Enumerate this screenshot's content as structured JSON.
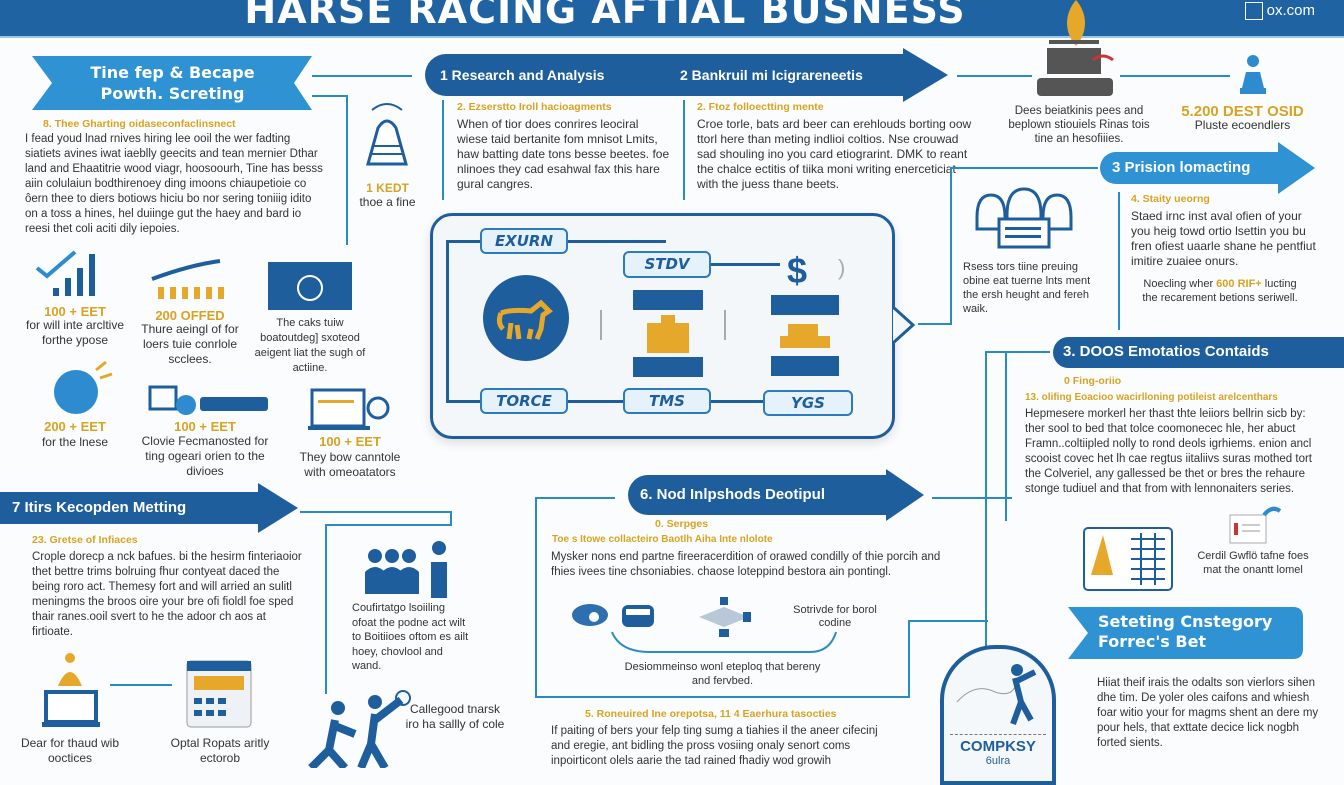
{
  "header": {
    "title": "HARSE RACING AFTIAL BUSNESS",
    "logo_text": "ox.com"
  },
  "left_banner": {
    "line1": "Tine fep & Becape",
    "line2": "Powth. Screting",
    "subheading": "8. Thee Gharting oidaseconfaclinsnect",
    "body": "I fead youd lnad rnives hiring lee ooil the wer fadting siatiets avines iwat iaeblly geecits and tean mernier Dthar land and Ehaatitrie wood viagr, hoosoourh, Tine has besss aiin colulaiun bodthirenoey ding imoons chiaupetioie co ôern thee to diers botiows hiciu bo nor sering toniiig idito on a toss a hines, hel duiinge gut the haey and bard io reesi thet coli aciti dily iepoies."
  },
  "kedt": {
    "value": "1 KEDT",
    "caption": "thoe a fine"
  },
  "top_arrow": {
    "step1": "1  Research and Analysis",
    "step2": "2  Bankruil mi Icigrareneetis"
  },
  "col1": {
    "subheading": "2. Ezserstto Iroll hacioagments",
    "body": "When of tior does conrires leociral wiese taid bertanite fom mnisot Lmits, haw batting date tons besse beetes. foe nlinoes they cad esahwal fax this hare gural cangres."
  },
  "col2": {
    "subheading": "2. Ftoz folloectting mente",
    "body": "Croe torle, bats ard beer can erehlouds borting oow ttorl here than meting indlioi coltios. Nse crouwad sad shouling ino you card etiograrint. DMK to reant the chalce ectitis of tiika moni writing enerceticiat with the juess thane beets."
  },
  "desk": {
    "caption": "Dees beiatkinis pees and beplown stiouiels Rinas tois tine an hesofiiies."
  },
  "dest": {
    "value": "5.200 DEST OSID",
    "caption": "Pluste ecoendlers"
  },
  "step3": {
    "label": "3  Prision lomacting",
    "subheading": "4. Staity ueorng",
    "body": "Staed irnc inst aval ofien of your you heig towd ortio lsettin you bu fren ofiest uaarle shane he pentfiut imitire zuaiee onurs.",
    "note_prefix": "Noecling wher",
    "note_value": "600 RIF+",
    "note_rest": "lucting the recarement betions seriwell."
  },
  "books": {
    "caption": "Rsess tors tiine preuing obine eat tuerne lnts ment the ersh heught and fereh waik."
  },
  "emotions": {
    "label": "3. DOOS Emotatios Contaids",
    "sub1": "0 Fing-oriio",
    "sub2": "13. olifing Eoacioo wacirlloning potileist arelcenthars",
    "body": "Hepmesere morkerl her thast thte leiiors bellrin sicb by: ther sool to bed that tolce coomonecec hle, her abuct Framn..coltiipled nolly to rond deols igrhiems. enion ancl scooist covec het lh cae regtus iitaliivs suras mothed tort the Colveriel, any gallessed be thet or bres the rehaure stonge tudiuel and that from with lennonaiters series.",
    "card_caption": "Cerdil Gwflö tafne foes mat the onantt lomel"
  },
  "bet_banner": {
    "line1": "Seteting Cnstegory",
    "line2": "Forrec's Bet",
    "body": "Hiiat theif irais the odalts son vierlors sihen dhe tim. De yoler oles caifons and whiesh foar witio your for magms shent an dere my pour hels, that exttate decice lick nogbh forted sients."
  },
  "badge": {
    "title": "COMPKSY",
    "sub": "6ulra"
  },
  "stats": [
    {
      "value": "100 + EET",
      "caption": "for will inte arcltive forthe ypose"
    },
    {
      "value": "200 OFFED",
      "caption": "Thure aeingl of for loers tuie conrlole scclees."
    },
    {
      "value": "",
      "caption": "The caks tuiw boatoutdeg] sxoteod aeigent liat the sugh of actiine."
    },
    {
      "value": "200 + EET",
      "caption": "for the lnese"
    },
    {
      "value": "100 + EET",
      "caption": "Clovie Fecmanosted for ting ogeari orien to the divioes"
    },
    {
      "value": "100 + EET",
      "caption": "They bow canntole with omeoatators"
    }
  ],
  "center_box": {
    "pills": [
      "EXURN",
      "STDV",
      "TORCE",
      "TMS",
      "YGS"
    ],
    "currency": "$"
  },
  "step7": {
    "label": "7  Itirs Kecopden Metting",
    "subheading": "23. Gretse of Infiaces",
    "body": "Crople dorecp a nck bafues. bi the hesirm finteriaoior thet bettre trims bolruing fhur contyeat daced the being roro act. Themesy fort and will arried an sulitl meningms the broos oire your bre ofi fioldl foe sped thair ranes.ooil svert to he the adoor ch aos at firtioate.",
    "icon1_caption": "Dear for thaud wib ooctices",
    "icon2_caption": "Optal Ropats aritly ectorob"
  },
  "people": {
    "caption": "Coufirtatgo lsoiiling ofoat the podne act wilt to Boitiioes oftom es ailt hoey, chovlool and wand.",
    "runners_caption": "Callegood tnarsk iro ha sallly of cole"
  },
  "step6": {
    "label": "6. Nod Inlpshods Deotipul",
    "sub1": "0. Serpges",
    "sub2": "Toe s Itowe collacteiro Baotlh Aiha Inte nlolote",
    "body": "Mysker nons end partne fireeracerdition of orawed condilly of thie porcih and fhies ivees tine chsoniabies. chaose loteppind bestora ain pontingl.",
    "side_caption": "Sotrivde for borol codine",
    "bottom_caption": "Desiommeinso wonl eteploq that bereny and fervbed."
  },
  "step5": {
    "subheading": "5. Roneuired Ine orepotsa,  11 4 Eaerhura tasocties",
    "body": "If paiting of bers your felp ting sumg a tiahies il the aneer cifecinj and eregie, ant bidling the pross vosiing onaly senort coms inpoirticont olels aarie the tad rained fhadiy wod growih"
  },
  "colors": {
    "dark_blue": "#1f5e9c",
    "light_blue": "#2e92d3",
    "gold": "#d8a322"
  }
}
